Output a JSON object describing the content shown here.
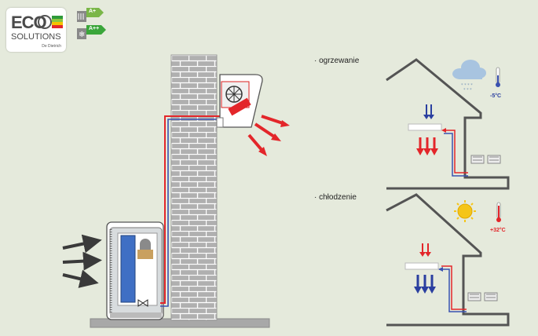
{
  "logo": {
    "line1": "ECO",
    "line2": "SOLUTIONS",
    "brand": "De Dietrich"
  },
  "energy_badges": [
    {
      "icon": "radiator-icon",
      "rating": "A+"
    },
    {
      "icon": "snowflake-icon",
      "rating": "A++"
    }
  ],
  "modes": {
    "heating": {
      "label": "· ogrzewanie",
      "weather": "cloud-snow-icon",
      "temperature": "-5°C"
    },
    "cooling": {
      "label": "· chłodzenie",
      "weather": "sun-icon",
      "temperature": "+32°C"
    }
  },
  "colors": {
    "background": "#e5eadc",
    "hot": "#e3262a",
    "cold": "#2a3fa0",
    "wall": "#a9a9a9",
    "outline": "#545454"
  }
}
